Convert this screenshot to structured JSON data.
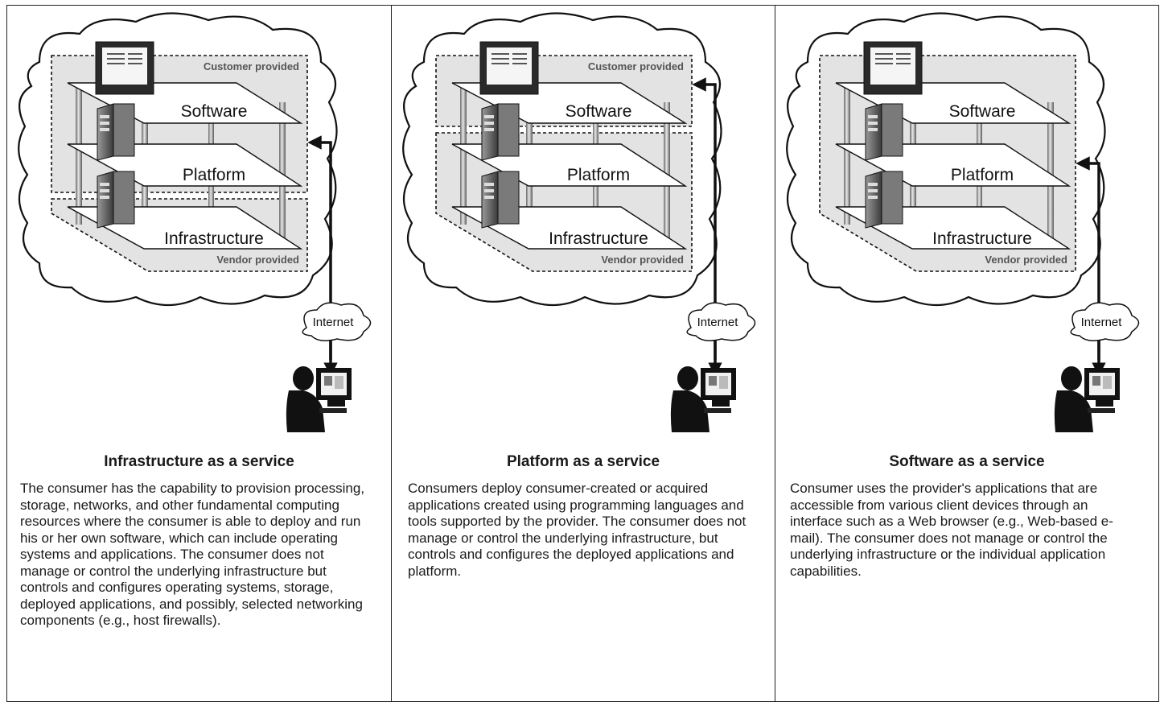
{
  "panels": [
    {
      "title": "Infrastructure as a service",
      "description": "The consumer has the capability to provision processing, storage, networks, and other fundamental computing resources where the consumer is able to deploy and run his or her own software, which can include operating systems and applications. The consumer does not manage or control the underlying infrastructure but controls and configures operating systems, storage, deployed applications, and possibly, selected networking components (e.g., host firewalls).",
      "layers": [
        "Software",
        "Platform",
        "Infrastructure"
      ],
      "customer_label": "Customer provided",
      "vendor_label": "Vendor provided",
      "internet_label": "Internet"
    },
    {
      "title": "Platform as a service",
      "description": "Consumers deploy consumer-created or acquired applications created using programming languages and tools supported by the provider. The consumer does not manage or control the underlying infrastructure, but controls and configures the deployed applications and platform.",
      "layers": [
        "Software",
        "Platform",
        "Infrastructure"
      ],
      "customer_label": "Customer provided",
      "vendor_label": "Vendor provided",
      "internet_label": "Internet"
    },
    {
      "title": "Software as a service",
      "description": "Consumer uses the provider's applications that are accessible from various client devices through an interface such as a Web browser (e.g., Web-based e-mail). The consumer does not manage or control the underlying infrastructure or the individual application capabilities.",
      "layers": [
        "Software",
        "Platform",
        "Infrastructure"
      ],
      "vendor_label": "Vendor provided",
      "internet_label": "Internet"
    }
  ],
  "colors": {
    "shade": "#e3e3e3",
    "line": "#1a1a1a",
    "label": "#555555"
  }
}
